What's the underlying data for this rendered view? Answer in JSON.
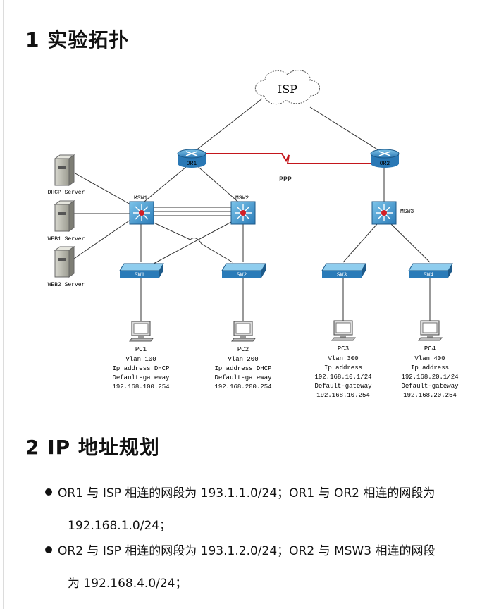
{
  "sections": {
    "topology_title": "1 实验拓扑",
    "ip_title": "2 IP 地址规划"
  },
  "diagram": {
    "isp": "ISP",
    "routers": {
      "or1": "OR1",
      "or2": "OR2"
    },
    "link_ppp": "PPP",
    "msw": {
      "msw1": "MSW1",
      "msw2": "MSW2",
      "msw3": "MSW3"
    },
    "sw": {
      "sw1": "SW1",
      "sw2": "SW2",
      "sw3": "SW3",
      "sw4": "SW4"
    },
    "servers": {
      "dhcp": "DHCP Server",
      "web1": "WEB1 Server",
      "web2": "WEB2 Server"
    },
    "pcs": [
      {
        "name": "PC1",
        "lines": [
          "Vlan 100",
          "Ip address DHCP",
          "Default-gateway",
          "192.168.100.254"
        ]
      },
      {
        "name": "PC2",
        "lines": [
          "Vlan 200",
          "Ip address DHCP",
          "Default-gateway",
          "192.168.200.254"
        ]
      },
      {
        "name": "PC3",
        "lines": [
          "Vlan 300",
          "Ip address",
          "192.168.10.1/24",
          "Default-gateway",
          "192.168.10.254"
        ]
      },
      {
        "name": "PC4",
        "lines": [
          "Vlan 400",
          "Ip address",
          "192.168.20.1/24",
          "Default-gateway",
          "192.168.20.254"
        ]
      }
    ]
  },
  "ip_plan": [
    {
      "line1": "OR1 与 ISP 相连的网段为 193.1.1.0/24；OR1 与 OR2 相连的网段为",
      "line2": "192.168.1.0/24；"
    },
    {
      "line1": "OR2 与 ISP 相连的网段为 193.1.2.0/24；OR2 与 MSW3 相连的网段",
      "line2": "为 192.168.4.0/24；"
    }
  ]
}
